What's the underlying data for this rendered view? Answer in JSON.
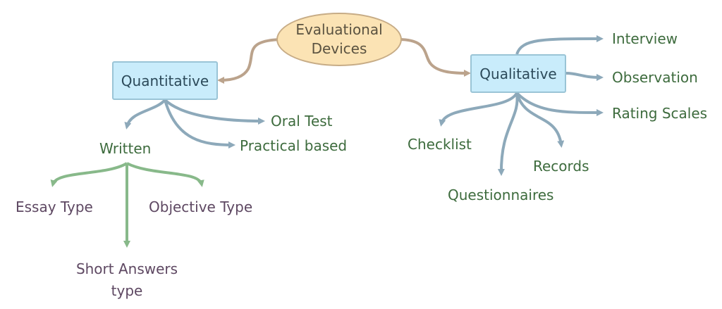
{
  "diagram": {
    "root": "Evaluational Devices",
    "quantitative": {
      "label": "Quantitative",
      "children": [
        "Oral Test",
        "Practical based",
        "Written"
      ],
      "written": {
        "label": "Written",
        "children": [
          "Essay Type",
          "Objective Type",
          "Short Answers type"
        ]
      }
    },
    "qualitative": {
      "label": "Qualitative",
      "children": [
        "Interview",
        "Observation",
        "Rating Scales",
        "Checklist",
        "Records",
        "Questionnaires"
      ]
    }
  },
  "colors": {
    "root_fill": "#fbe3b4",
    "root_edge": "#bba38c",
    "box_fill": "#c9ecfb",
    "blue_edge": "#8da9ba",
    "green_edge": "#88b98a",
    "green_text": "#3d6b3d",
    "purple_text": "#5e4862"
  }
}
